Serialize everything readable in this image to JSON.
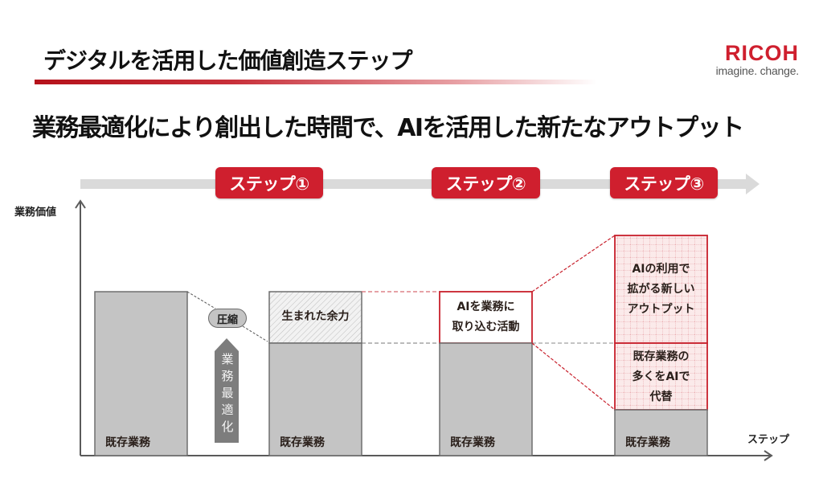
{
  "header": {
    "title": "デジタルを活用した価値創造ステップ",
    "logo": {
      "wordmark": "RICOH",
      "tagline": "imagine. change."
    },
    "accent_color": "#cf1f2e"
  },
  "headline": "業務最適化により創出した時間で、AIを活用した新たなアウトプット",
  "timeline": {
    "steps": [
      {
        "label": "ステップ①"
      },
      {
        "label": "ステップ②"
      },
      {
        "label": "ステップ③"
      }
    ]
  },
  "axes": {
    "y_label": "業務価値",
    "x_label": "ステップ"
  },
  "columns": [
    {
      "base_label": "既存業務"
    },
    {
      "base_label": "既存業務",
      "top_label": "生まれた余力"
    },
    {
      "base_label": "既存業務",
      "top_label_lines": [
        "AIを業務に",
        "取り込む活動"
      ]
    },
    {
      "base_label": "既存業務",
      "upper_label_lines": [
        "AIの利用で",
        "拡がる新しい",
        "アウトプット"
      ],
      "middle_label_lines": [
        "既存業務の",
        "多くをAIで",
        "代替"
      ]
    }
  ],
  "annotations": {
    "compress": "圧縮",
    "optimization_chars": [
      "業",
      "務",
      "最",
      "適",
      "化"
    ]
  },
  "colors": {
    "bar_gray": "#c4c4c4",
    "bar_border": "#6e6e6e",
    "accent_red": "#cf1f2e",
    "timeline_gray": "#dadada",
    "arrow_dark": "#7d7d7d"
  }
}
